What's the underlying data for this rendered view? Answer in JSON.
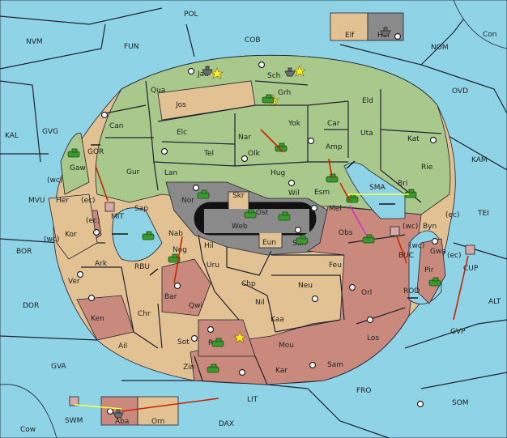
{
  "board": {
    "sea_regions": [
      "POL",
      "NVM",
      "FUN",
      "COB",
      "NOM",
      "Con",
      "OVD",
      "KAL",
      "GVG",
      "KAM",
      "MVU",
      "TEI",
      "BOR",
      "DOR",
      "ALT",
      "GVP",
      "GVA",
      "FRO",
      "SOM",
      "LIT",
      "DAX",
      "Cow",
      "SWM"
    ],
    "land_regions": [
      "Jad",
      "Sch",
      "Qua",
      "Grh",
      "Jos",
      "Eld",
      "Can",
      "Yok",
      "Car",
      "Elc",
      "Nar",
      "Uta",
      "Tel",
      "Olk",
      "Amp",
      "Kat",
      "Gur",
      "Hug",
      "Lan",
      "Rie",
      "Bri",
      "Esm",
      "SMA",
      "Wil",
      "Nor",
      "Skr",
      "Ost",
      "Sap",
      "Web",
      "Mel",
      "Byn",
      "Nab",
      "Eun",
      "Sun",
      "Obs",
      "Hil",
      "Nog",
      "Feu",
      "Uru",
      "Gwa",
      "Pir",
      "Chp",
      "Neu",
      "Orl",
      "Bar",
      "Qwi",
      "Nil",
      "Kaa",
      "Chr",
      "Los",
      "Rot",
      "Mou",
      "Sot",
      "Ail",
      "Zin",
      "Kar",
      "Sam",
      "Ken",
      "Ver",
      "Ark",
      "Kor",
      "Her",
      "Gaw",
      "GOR",
      "MIT",
      "RBU",
      "BUC",
      "ROD",
      "CUP",
      "Elf",
      "Hel",
      "Aba",
      "Orn"
    ],
    "coast_tags": [
      "(wc)",
      "(ec)",
      "(ec)",
      "(wc)",
      "(ec)",
      "(wc)",
      "(wc)",
      "(ec)"
    ]
  },
  "colors": {
    "sea": "#8fd3e6",
    "green": "#a8c88c",
    "tan": "#e2c193",
    "rose": "#c98a7d",
    "grey": "#8a8a8a",
    "order_move": "#cc2200",
    "order_support": "#ffff44",
    "order_retreat": "#cc33cc"
  },
  "units": {
    "army_icon": "army-icon",
    "fleet_icon": "fleet-icon",
    "supply_center_icon": "supply-center-icon",
    "star_icon": "star-icon"
  }
}
